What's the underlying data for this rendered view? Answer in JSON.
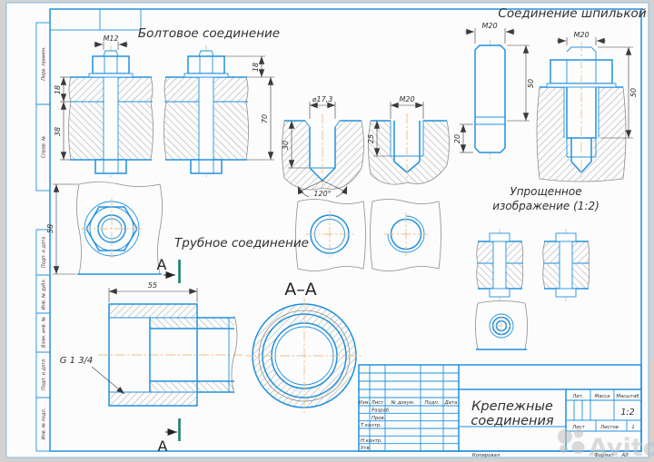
{
  "titles": {
    "bolted": "Болтовое соединение",
    "stud": "Соединение шпилькой",
    "pipe": "Трубное соединение",
    "simplified_line1": "Упрощенное",
    "simplified_line2": "изображение (1:2)",
    "section_label": "А–А",
    "cut_marker": "А"
  },
  "dims": {
    "m12": "М12",
    "plate1": "18",
    "plate2": "38",
    "nut_h": "18",
    "total": "70",
    "across": "58",
    "drill_dia": "⌀17,3",
    "drill_depth": "30",
    "drill_angle": "120°",
    "tap_thread": "М20",
    "tap_depth": "25",
    "stud_thread": "М20",
    "stud_l1": "50",
    "stud_l2": "20",
    "asm_thread": "М20",
    "asm_l": "50",
    "pipe_len": "55",
    "pipe_thread": "G 1 3/4"
  },
  "margin": {
    "perv": "Перв. примен.",
    "sprav": "Справ. №",
    "podp1": "Подп. и дата",
    "inv_dubl": "Инв. № дубл.",
    "vzam": "Взам. инв. №",
    "podp2": "Подп. и дата",
    "inv_podl": "Инв. № подл."
  },
  "tb": {
    "izm": "Изм.",
    "list_col": "Лист",
    "doc": "№ докум.",
    "podp": "Подп.",
    "data": "Дата",
    "razrab": "Разраб.",
    "prov": "Пров.",
    "tkontr": "Т.контр.",
    "nkontr": "Н.контр.",
    "utv": "Утв.",
    "title1": "Крепежные",
    "title2": "соединения",
    "lit": "Лит.",
    "massa": "Масса",
    "masshtab": "Масштаб",
    "scale": "1:2",
    "list": "Лист",
    "listov": "Листов",
    "listov_val": "1",
    "kopiroval": "Копировал",
    "format_label": "Формат",
    "format_val": "А3"
  },
  "watermark": {
    "text": "Avito"
  },
  "colors": {
    "line_blue": "#2191dd",
    "centerline_orange": "#ecc089",
    "section_mark_teal": "#1b7e74",
    "dim_dark": "#3a3a3a",
    "sheet": "#fcfcfd",
    "background": "#d2d2d2"
  }
}
